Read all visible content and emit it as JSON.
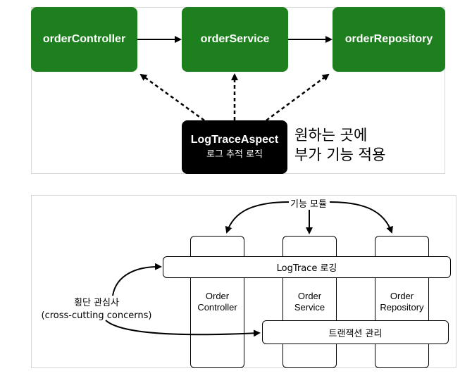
{
  "top": {
    "boxes": {
      "controller": "orderController",
      "service": "orderService",
      "repository": "orderRepository"
    },
    "aspect": {
      "title": "LogTraceAspect",
      "subtitle": "로그 추적 로직"
    },
    "note": {
      "line1": "원하는 곳에",
      "line2": "부가 기능 적용"
    },
    "colors": {
      "box_green": "#1e7f1e",
      "aspect_black": "#000000"
    }
  },
  "bottom": {
    "module_label": "기능 모듈",
    "logtrace_bar": "LogTrace 로깅",
    "transaction_bar": "트랜잭션 관리",
    "columns": {
      "controller": "Order\nController",
      "service": "Order\nService",
      "repository": "Order\nRepository"
    },
    "cross_cutting": {
      "line1": "횡단 관심사",
      "line2": "(cross-cutting concerns)"
    }
  }
}
